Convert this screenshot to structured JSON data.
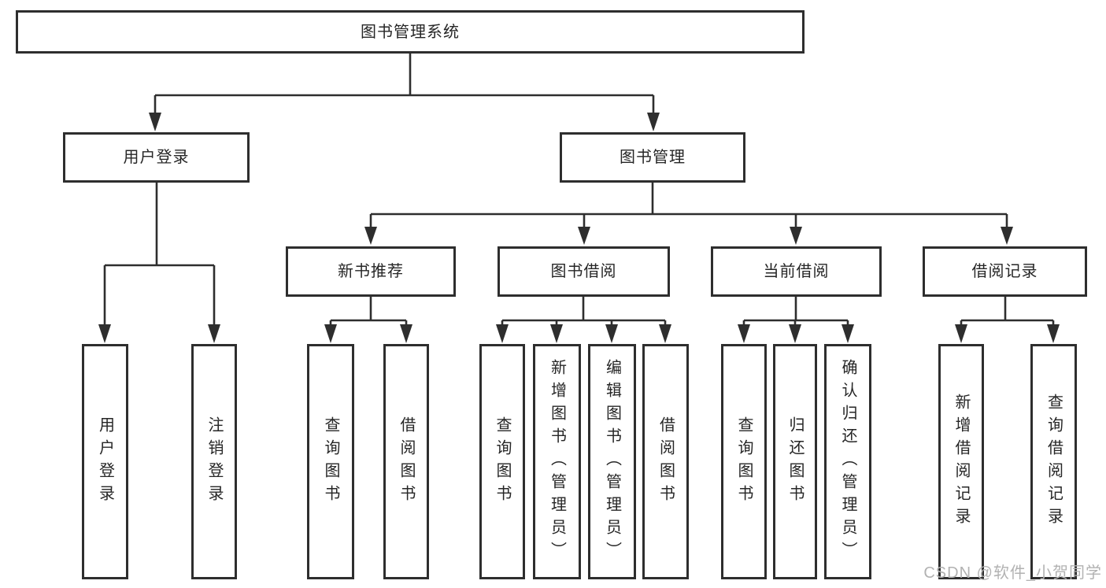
{
  "diagram": {
    "type": "hierarchy-tree",
    "colors": {
      "background": "#ffffff",
      "line": "#2e2e2e",
      "box_border": "#2e2e2e",
      "box_fill": "#ffffff",
      "text": "#262626",
      "watermark": "#b2b2b2"
    },
    "nodes": {
      "root": {
        "label": "图书管理系统"
      },
      "user_login": {
        "label": "用户登录"
      },
      "book_mgmt": {
        "label": "图书管理"
      },
      "new_book_rec": {
        "label": "新书推荐"
      },
      "book_borrow": {
        "label": "图书借阅"
      },
      "current_borrow": {
        "label": "当前借阅"
      },
      "borrow_record": {
        "label": "借阅记录"
      },
      "leaf_user_login": {
        "label": "用户登录"
      },
      "leaf_logout": {
        "label": "注销登录"
      },
      "rec_query_book": {
        "label": "查询图书"
      },
      "rec_borrow_book": {
        "label": "借阅图书"
      },
      "bb_query_book": {
        "label": "查询图书"
      },
      "bb_add_book": {
        "label": "新增图书（管理员）"
      },
      "bb_edit_book": {
        "label": "编辑图书（管理员）"
      },
      "bb_borrow_book": {
        "label": "借阅图书"
      },
      "cb_query_book": {
        "label": "查询图书"
      },
      "cb_return_book": {
        "label": "归还图书"
      },
      "cb_confirm_return": {
        "label": "确认归还（管理员）"
      },
      "br_add_record": {
        "label": "新增借阅记录"
      },
      "br_query_record": {
        "label": "查询借阅记录"
      }
    },
    "tree": {
      "图书管理系统": {
        "用户登录": [
          "用户登录",
          "注销登录"
        ],
        "图书管理": {
          "新书推荐": [
            "查询图书",
            "借阅图书"
          ],
          "图书借阅": [
            "查询图书",
            "新增图书（管理员）",
            "编辑图书（管理员）",
            "借阅图书"
          ],
          "当前借阅": [
            "查询图书",
            "归还图书",
            "确认归还（管理员）"
          ],
          "借阅记录": [
            "新增借阅记录",
            "查询借阅记录"
          ]
        }
      }
    }
  },
  "watermark": {
    "text": "CSDN @软件_小贺同学"
  }
}
